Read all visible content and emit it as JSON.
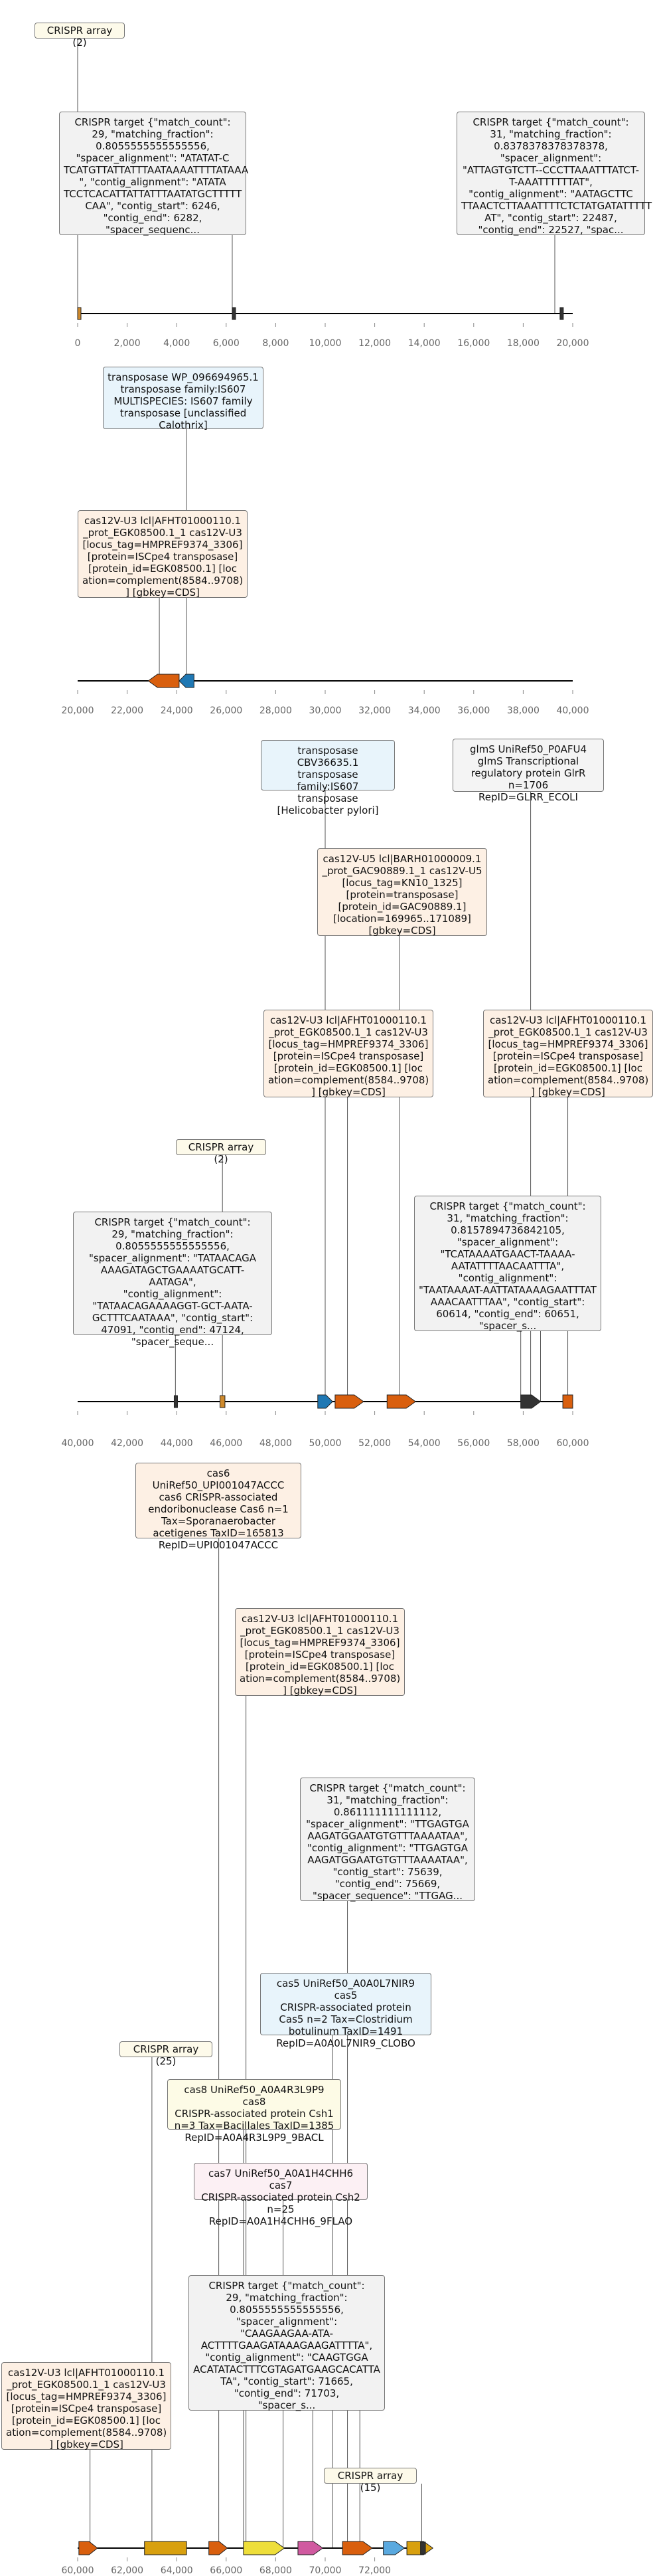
{
  "panels": [
    {
      "range": [
        0,
        20000
      ],
      "ticks": [
        "0",
        "2,000",
        "4,000",
        "6,000",
        "8,000",
        "10,000",
        "12,000",
        "14,000",
        "16,000",
        "18,000",
        "20,000"
      ],
      "features": [
        {
          "type": "crispr",
          "start": 0,
          "end": 120,
          "color": "#cf8a2c"
        },
        {
          "type": "crispr",
          "start": 6246,
          "end": 6282,
          "color": "#333333"
        },
        {
          "type": "crispr",
          "start": 19487,
          "end": 19527,
          "color": "#333333"
        }
      ],
      "labels": [
        {
          "kind": "array",
          "text": "CRISPR array (2)"
        },
        {
          "kind": "crispr",
          "text": "CRISPR target {\"match_count\":\n29, \"matching_fraction\":\n0.8055555555555556,\n\"spacer_alignment\": \"ATATAT-C\nTCATGTTATTATTTAATAAAATTTTATAAA\n\", \"contig_alignment\": \"ATATA\nTCCTCACATTATTATTTAATATGCTTTTT\nCAA\", \"contig_start\": 6246,\n\"contig_end\": 6282,\n\"spacer_sequenc..."
        },
        {
          "kind": "crispr",
          "text": "CRISPR target {\"match_count\":\n31, \"matching_fraction\":\n0.8378378378378378,\n\"spacer_alignment\":\n\"ATTAGTGTCTT--CCCTTAAATTTATCT-\nT-AAATTTTTTAT\",\n\"contig_alignment\": \"AATAGCTTC\nTTAACTCTTAAATTTTCTCTATGATATTTTT\nAT\", \"contig_start\": 22487,\n\"contig_end\": 22527, \"spac..."
        }
      ]
    },
    {
      "range": [
        20000,
        40000
      ],
      "ticks": [
        "20,000",
        "22,000",
        "24,000",
        "26,000",
        "28,000",
        "30,000",
        "32,000",
        "34,000",
        "36,000",
        "38,000",
        "40,000"
      ],
      "features": [
        {
          "type": "cds",
          "start": 22850,
          "end": 24100,
          "strand": -1,
          "color": "#d95f0e"
        },
        {
          "type": "cds",
          "start": 24100,
          "end": 24700,
          "strand": -1,
          "color": "#1f78b4"
        }
      ],
      "labels": [
        {
          "kind": "tra",
          "text": "transposase WP_096694965.1\ntransposase family:IS607\nMULTISPECIES: IS607 family\ntransposase [unclassified\nCalothrix]"
        },
        {
          "kind": "cds",
          "text": "cas12V-U3 lcl|AFHT01000110.1\n_prot_EGK08500.1_1 cas12V-U3\n[locus_tag=HMPREF9374_3306]\n[protein=ISCpe4 transposase]\n[protein_id=EGK08500.1] [loc\nation=complement(8584..9708)\n] [gbkey=CDS]"
        }
      ]
    },
    {
      "range": [
        40000,
        60000
      ],
      "ticks": [
        "40,000",
        "42,000",
        "44,000",
        "46,000",
        "48,000",
        "50,000",
        "52,000",
        "54,000",
        "56,000",
        "58,000",
        "60,000"
      ],
      "features": [
        {
          "type": "crispr",
          "start": 43900,
          "end": 44000,
          "color": "#333333"
        },
        {
          "type": "crispr",
          "start": 45750,
          "end": 45950,
          "color": "#cf8a2c"
        },
        {
          "type": "cds",
          "start": 49700,
          "end": 50300,
          "strand": 1,
          "color": "#1f78b4"
        },
        {
          "type": "cds",
          "start": 50400,
          "end": 51550,
          "strand": 1,
          "color": "#d95f0e"
        },
        {
          "type": "cds",
          "start": 52500,
          "end": 53650,
          "strand": 1,
          "color": "#d95f0e"
        },
        {
          "type": "cds",
          "start": 57900,
          "end": 58700,
          "strand": 1,
          "color": "#333333"
        },
        {
          "type": "cds",
          "start": 59600,
          "end": 60000,
          "strand": 0,
          "color": "#d95f0e"
        }
      ],
      "labels": [
        {
          "kind": "tra",
          "text": "transposase CBV36635.1\ntransposase family:IS607\ntransposase\n[Helicobacter pylori]"
        },
        {
          "kind": "gen",
          "text": "glmS UniRef50_P0AFU4\nglmS Transcriptional\nregulatory protein GlrR\nn=1706 RepID=GLRR_ECOLI"
        },
        {
          "kind": "cds",
          "text": "cas12V-U5 lcl|BARH01000009.1\n_prot_GAC90889.1_1 cas12V-U5\n[locus_tag=KN10_1325]\n[protein=transposase]\n[protein_id=GAC90889.1]\n[location=169965..171089]\n[gbkey=CDS]"
        },
        {
          "kind": "cds",
          "text": "cas12V-U3 lcl|AFHT01000110.1\n_prot_EGK08500.1_1 cas12V-U3\n[locus_tag=HMPREF9374_3306]\n[protein=ISCpe4 transposase]\n[protein_id=EGK08500.1] [loc\nation=complement(8584..9708)\n] [gbkey=CDS]"
        },
        {
          "kind": "cds",
          "text": "cas12V-U3 lcl|AFHT01000110.1\n_prot_EGK08500.1_1 cas12V-U3\n[locus_tag=HMPREF9374_3306]\n[protein=ISCpe4 transposase]\n[protein_id=EGK08500.1] [loc\nation=complement(8584..9708)\n] [gbkey=CDS]"
        },
        {
          "kind": "array",
          "text": "CRISPR array (2)"
        },
        {
          "kind": "crispr",
          "text": "CRISPR target {\"match_count\":\n29, \"matching_fraction\":\n0.8055555555555556,\n\"spacer_alignment\": \"TATAACAGA\nAAAGATAGCTGAAAATGCATT-AATAGA\",\n\"contig_alignment\":\n\"TATAACAGAAAAGGT-GCT-AATA-\nGCTTTCAATAAA\", \"contig_start\":\n47091, \"contig_end\": 47124,\n\"spacer_seque..."
        },
        {
          "kind": "crispr",
          "text": "CRISPR target {\"match_count\":\n31, \"matching_fraction\":\n0.8157894736842105,\n\"spacer_alignment\":\n\"TCATAAAATGAACT-TAAAA-\nAATATTTTAACAATTTA\",\n\"contig_alignment\":\n\"TAATAAAAT-AATTATAAAAGAATTTAT\nAAACAATTTAA\", \"contig_start\":\n60614, \"contig_end\": 60651,\n\"spacer_s..."
        }
      ]
    },
    {
      "range": [
        60000,
        73500
      ],
      "ticks": [
        "60,000",
        "62,000",
        "64,000",
        "66,000",
        "68,000",
        "70,000",
        "72,000"
      ],
      "features": [
        {
          "type": "cds",
          "start": 60050,
          "end": 60800,
          "strand": 1,
          "color": "#d95f0e"
        },
        {
          "type": "cds",
          "start": 62700,
          "end": 64400,
          "strand": 0,
          "color": "#d8a00f"
        },
        {
          "type": "cds",
          "start": 65300,
          "end": 66050,
          "strand": 1,
          "color": "#d95f0e"
        },
        {
          "type": "cds",
          "start": 66700,
          "end": 68350,
          "strand": 1,
          "color": "#eede3a"
        },
        {
          "type": "cds",
          "start": 68900,
          "end": 69900,
          "strand": 1,
          "color": "#d05aa0"
        },
        {
          "type": "cds",
          "start": 70700,
          "end": 71900,
          "strand": 1,
          "color": "#d95f0e"
        },
        {
          "type": "cds",
          "start": 72350,
          "end": 73200,
          "strand": 1,
          "color": "#5aa9df"
        },
        {
          "type": "cds",
          "start": 73300,
          "end": 74350,
          "strand": 1,
          "color": "#d8a00f"
        },
        {
          "type": "crispr",
          "start": 73850,
          "end": 74050,
          "color": "#333333"
        }
      ],
      "labels": [
        {
          "kind": "cds",
          "text": "cas6 UniRef50_UPI001047ACCC\ncas6 CRISPR-associated\nendoribonuclease Cas6 n=1\nTax=Sporanaerobacter\nacetigenes TaxID=165813\nRepID=UPI001047ACCC"
        },
        {
          "kind": "cds",
          "text": "cas12V-U3 lcl|AFHT01000110.1\n_prot_EGK08500.1_1 cas12V-U3\n[locus_tag=HMPREF9374_3306]\n[protein=ISCpe4 transposase]\n[protein_id=EGK08500.1] [loc\nation=complement(8584..9708)\n] [gbkey=CDS]"
        },
        {
          "kind": "crispr",
          "text": "CRISPR target {\"match_count\":\n31, \"matching_fraction\":\n0.861111111111112,\n\"spacer_alignment\": \"TTGAGTGA\nAAGATGGAATGTGTTTAAAATAA\",\n\"contig_alignment\": \"TTGAGTGA\nAAGATGGAATGTGTTTAAAATAA\",\n\"contig_start\": 75639,\n\"contig_end\": 75669,\n\"spacer_sequence\": \"TTGAG..."
        },
        {
          "kind": "tra",
          "text": "cas5 UniRef50_A0A0L7NIR9 cas5\nCRISPR-associated protein\nCas5 n=2 Tax=Clostridium\nbotulinum TaxID=1491\nRepID=A0A0L7NIR9_CLOBO"
        },
        {
          "kind": "array",
          "text": "CRISPR array (25)"
        },
        {
          "kind": "cas8",
          "text": "cas8 UniRef50_A0A4R3L9P9 cas8\nCRISPR-associated protein Csh1\nn=3 Tax=Bacillales TaxID=1385\nRepID=A0A4R3L9P9_9BACL"
        },
        {
          "kind": "cas7",
          "text": "cas7 UniRef50_A0A1H4CHH6 cas7\nCRISPR-associated protein Csh2\nn=25 RepID=A0A1H4CHH6_9FLAO"
        },
        {
          "kind": "crispr",
          "text": "CRISPR target {\"match_count\":\n29, \"matching_fraction\":\n0.8055555555555556,\n\"spacer_alignment\":\n\"CAAGAAGAA-ATA-\nACTTTTGAAGATAAAGAAGATTTTA\",\n\"contig_alignment\": \"CAAGTGGA\nACATATACTTTCGTAGATGAAGCACATTA\nTA\", \"contig_start\": 71665,\n\"contig_end\": 71703,\n\"spacer_s..."
        },
        {
          "kind": "cds",
          "text": "cas12V-U3 lcl|AFHT01000110.1\n_prot_EGK08500.1_1 cas12V-U3\n[locus_tag=HMPREF9374_3306]\n[protein=ISCpe4 transposase]\n[protein_id=EGK08500.1] [loc\nation=complement(8584..9708)\n] [gbkey=CDS]"
        },
        {
          "kind": "array",
          "text": "CRISPR array (15)"
        }
      ]
    }
  ]
}
